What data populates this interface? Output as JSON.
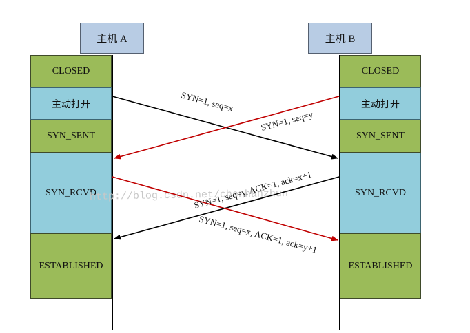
{
  "hosts": {
    "a": "主机 A",
    "b": "主机 B"
  },
  "states_a": [
    "CLOSED",
    "主动打开",
    "SYN_SENT",
    "SYN_RCVD",
    "ESTABLISHED"
  ],
  "states_b": [
    "CLOSED",
    "主动打开",
    "SYN_SENT",
    "SYN_RCVD",
    "ESTABLISHED"
  ],
  "messages": [
    {
      "text": "SYN=1, seq=x",
      "direction": "A→B",
      "color": "#000000"
    },
    {
      "text": "SYN=1, seq=y",
      "direction": "B→A",
      "color": "#c00000"
    },
    {
      "text": "SYN=1, seq=y, ACK=1, ack=x+1",
      "direction": "B→A",
      "color": "#000000"
    },
    {
      "text": "SYN=1, seq=x, ACK=1, ack=y+1",
      "direction": "A→B",
      "color": "#c00000"
    }
  ],
  "watermark": "http://blog.csdn.net/chenhanzhun",
  "colors": {
    "state_green": "#9bbb59",
    "state_blue": "#92cddc",
    "host_blue": "#b8cce4",
    "red_arrow": "#c00000"
  }
}
